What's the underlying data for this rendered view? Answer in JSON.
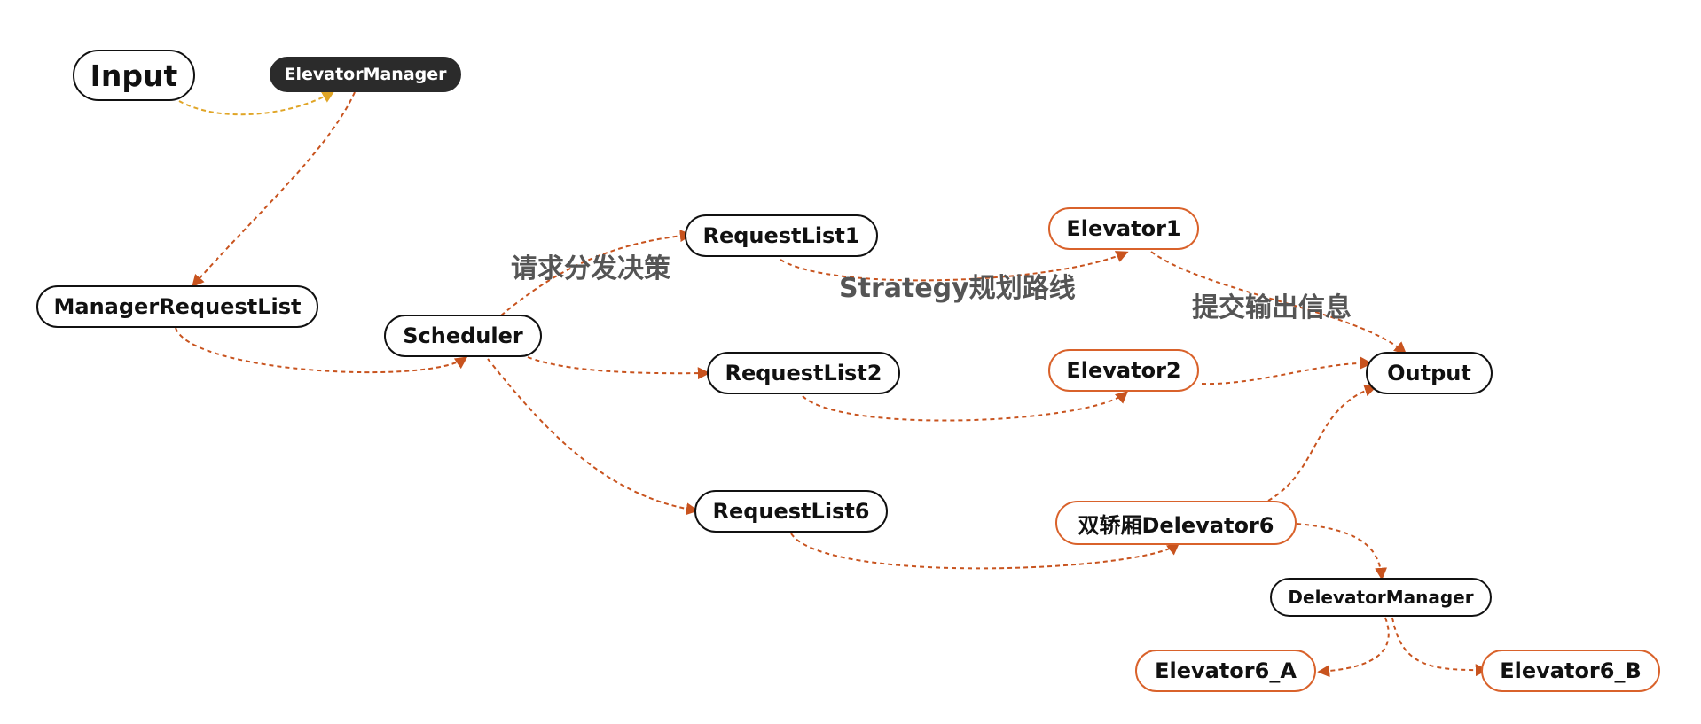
{
  "colors": {
    "edge": "#c8531e",
    "edge_input": "#e0a526",
    "node_border": "#111111",
    "node_border_accent": "#d9622b",
    "node_dark_fill": "#2b2b2b",
    "label_text": "#555555"
  },
  "nodes": {
    "input": "Input",
    "elevator_manager": "ElevatorManager",
    "manager_request_list": "ManagerRequestList",
    "scheduler": "Scheduler",
    "request_list_1": "RequestList1",
    "request_list_2": "RequestList2",
    "request_list_6": "RequestList6",
    "elevator_1": "Elevator1",
    "elevator_2": "Elevator2",
    "double_elevator_6": "双轿厢Delevator6",
    "output": "Output",
    "delevator_manager": "DelevatorManager",
    "elevator_6_a": "Elevator6_A",
    "elevator_6_b": "Elevator6_B"
  },
  "edge_labels": {
    "dispatch": "请求分发决策",
    "strategy": "Strategy规划路线",
    "submit": "提交输出信息"
  }
}
